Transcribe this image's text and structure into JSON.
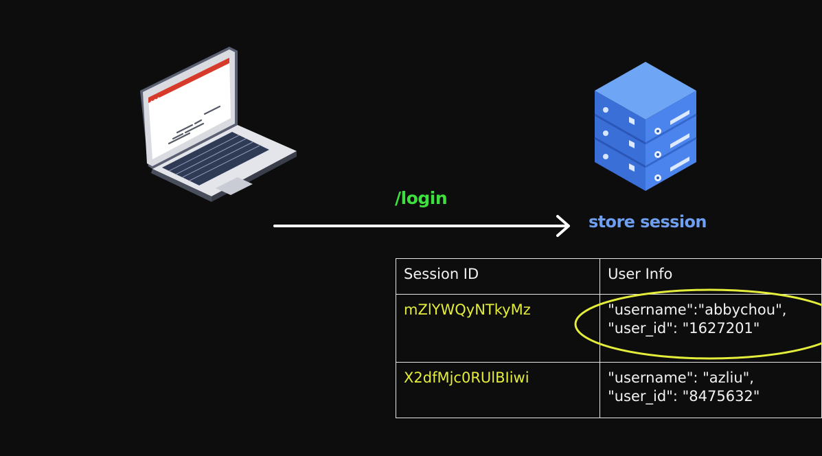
{
  "diagram": {
    "route_label": "/login",
    "server_label": "store session",
    "colors": {
      "route": "#3ee03e",
      "server_label": "#6e9ff0",
      "session_id": "#e4ee3a",
      "highlight": "#e4ee3a",
      "background": "#0d0d0e"
    },
    "icons": [
      "laptop-icon",
      "server-icon",
      "arrow-right-icon"
    ]
  },
  "table": {
    "headers": [
      "Session ID",
      "User Info"
    ],
    "rows": [
      {
        "session_id": "mZlYWQyNTkyMz",
        "info_line1": "\"username\":\"abbychou\",",
        "info_line2": "\"user_id\": \"1627201\"",
        "highlighted": true
      },
      {
        "session_id": "X2dfMjc0RUlBIiwi",
        "info_line1": "\"username\": \"azliu\",",
        "info_line2": "\"user_id\": \"8475632\"",
        "highlighted": false
      }
    ]
  }
}
